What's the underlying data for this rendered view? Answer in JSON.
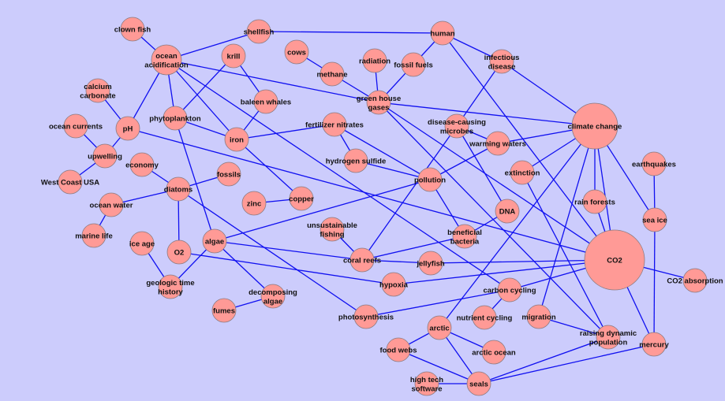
{
  "diagram": {
    "type": "concept-map",
    "colors": {
      "background": "#ccccfc",
      "edge": "#1010f0",
      "node": "#ff9a96"
    },
    "nodes": [
      {
        "id": "clownfish",
        "label": [
          "clown fish"
        ]
      },
      {
        "id": "oa",
        "label": [
          "ocean",
          "acidification"
        ]
      },
      {
        "id": "shellfish",
        "label": [
          "shellfish"
        ]
      },
      {
        "id": "krill",
        "label": [
          "krill"
        ]
      },
      {
        "id": "cows",
        "label": [
          "cows"
        ]
      },
      {
        "id": "methane",
        "label": [
          "methane"
        ]
      },
      {
        "id": "radiation",
        "label": [
          "radiation"
        ]
      },
      {
        "id": "fossilfuels",
        "label": [
          "fossil fuels"
        ]
      },
      {
        "id": "human",
        "label": [
          "human"
        ]
      },
      {
        "id": "infectious",
        "label": [
          "infectious",
          "disease"
        ]
      },
      {
        "id": "ghg",
        "label": [
          "green house",
          "gases"
        ]
      },
      {
        "id": "calcium",
        "label": [
          "calcium",
          "carbonate"
        ]
      },
      {
        "id": "baleen",
        "label": [
          "baleen whales"
        ]
      },
      {
        "id": "ph",
        "label": [
          "pH"
        ]
      },
      {
        "id": "phyto",
        "label": [
          "phytoplankton"
        ]
      },
      {
        "id": "currents",
        "label": [
          "ocean currents"
        ]
      },
      {
        "id": "iron",
        "label": [
          "iron"
        ]
      },
      {
        "id": "fertilizer",
        "label": [
          "fertilizer nitrates"
        ]
      },
      {
        "id": "microbes",
        "label": [
          "disease-causing",
          "microbes"
        ]
      },
      {
        "id": "climate",
        "label": [
          "climate change"
        ]
      },
      {
        "id": "warming",
        "label": [
          "warming waters"
        ]
      },
      {
        "id": "upwelling",
        "label": [
          "upwelling"
        ]
      },
      {
        "id": "economy",
        "label": [
          "economy"
        ]
      },
      {
        "id": "h2s",
        "label": [
          "hydrogen sulfide"
        ]
      },
      {
        "id": "fossils",
        "label": [
          "fossils"
        ]
      },
      {
        "id": "diatoms",
        "label": [
          "diatoms"
        ]
      },
      {
        "id": "westcoast",
        "label": [
          "West Coast USA"
        ]
      },
      {
        "id": "pollution",
        "label": [
          "pollution"
        ]
      },
      {
        "id": "extinction",
        "label": [
          "extinction"
        ]
      },
      {
        "id": "earthquakes",
        "label": [
          "earthquakes"
        ]
      },
      {
        "id": "oceanwater",
        "label": [
          "ocean water"
        ]
      },
      {
        "id": "zinc",
        "label": [
          "zinc"
        ]
      },
      {
        "id": "copper",
        "label": [
          "copper"
        ]
      },
      {
        "id": "rainforests",
        "label": [
          "rain forests"
        ]
      },
      {
        "id": "dna",
        "label": [
          "DNA"
        ]
      },
      {
        "id": "seaice",
        "label": [
          "sea ice"
        ]
      },
      {
        "id": "marinelife",
        "label": [
          "marine life"
        ]
      },
      {
        "id": "iceage",
        "label": [
          "ice age"
        ]
      },
      {
        "id": "algae",
        "label": [
          "algae"
        ]
      },
      {
        "id": "o2",
        "label": [
          "O2"
        ]
      },
      {
        "id": "unsustainable",
        "label": [
          "unsustainable",
          "fishing"
        ]
      },
      {
        "id": "bacteria",
        "label": [
          "beneficial",
          "bacteria"
        ]
      },
      {
        "id": "coral",
        "label": [
          "coral reefs"
        ]
      },
      {
        "id": "jellyfish",
        "label": [
          "jellyfish"
        ]
      },
      {
        "id": "co2",
        "label": [
          "CO2"
        ]
      },
      {
        "id": "hypoxia",
        "label": [
          "hypoxia"
        ]
      },
      {
        "id": "co2abs",
        "label": [
          "CO2 absorption"
        ]
      },
      {
        "id": "geologic",
        "label": [
          "geologic time",
          "history"
        ]
      },
      {
        "id": "decomposing",
        "label": [
          "decomposing",
          "algae"
        ]
      },
      {
        "id": "fumes",
        "label": [
          "fumes"
        ]
      },
      {
        "id": "carboncycling",
        "label": [
          "carbon cycling"
        ]
      },
      {
        "id": "photosynthesis",
        "label": [
          "photosynthesis"
        ]
      },
      {
        "id": "nutrient",
        "label": [
          "nutrient cycling"
        ]
      },
      {
        "id": "migration",
        "label": [
          "migration"
        ]
      },
      {
        "id": "arctic",
        "label": [
          "arctic"
        ]
      },
      {
        "id": "raising",
        "label": [
          "raising dynamic",
          "population"
        ]
      },
      {
        "id": "mercury",
        "label": [
          "mercury"
        ]
      },
      {
        "id": "foodwebs",
        "label": [
          "food webs"
        ]
      },
      {
        "id": "arcticocean",
        "label": [
          "arctic ocean"
        ]
      },
      {
        "id": "hightech",
        "label": [
          "high tech",
          "software"
        ]
      },
      {
        "id": "seals",
        "label": [
          "seals"
        ]
      }
    ],
    "edges": [
      [
        "clownfish",
        "oa"
      ],
      [
        "oa",
        "shellfish"
      ],
      [
        "oa",
        "ghg"
      ],
      [
        "oa",
        "ph"
      ],
      [
        "oa",
        "phyto"
      ],
      [
        "oa",
        "iron"
      ],
      [
        "oa",
        "carboncycling"
      ],
      [
        "shellfish",
        "human"
      ],
      [
        "krill",
        "phyto"
      ],
      [
        "krill",
        "baleen"
      ],
      [
        "baleen",
        "iron"
      ],
      [
        "cows",
        "methane"
      ],
      [
        "methane",
        "ghg"
      ],
      [
        "radiation",
        "ghg"
      ],
      [
        "fossilfuels",
        "ghg"
      ],
      [
        "fossilfuels",
        "human"
      ],
      [
        "human",
        "infectious"
      ],
      [
        "human",
        "co2"
      ],
      [
        "infectious",
        "climate"
      ],
      [
        "infectious",
        "microbes"
      ],
      [
        "ghg",
        "climate"
      ],
      [
        "ghg",
        "raising"
      ],
      [
        "ghg",
        "co2"
      ],
      [
        "calcium",
        "ph"
      ],
      [
        "ph",
        "upwelling"
      ],
      [
        "ph",
        "co2"
      ],
      [
        "phyto",
        "iron"
      ],
      [
        "phyto",
        "algae"
      ],
      [
        "currents",
        "upwelling"
      ],
      [
        "upwelling",
        "westcoast"
      ],
      [
        "iron",
        "fertilizer"
      ],
      [
        "iron",
        "copper"
      ],
      [
        "fertilizer",
        "h2s"
      ],
      [
        "fertilizer",
        "pollution"
      ],
      [
        "h2s",
        "pollution"
      ],
      [
        "microbes",
        "warming"
      ],
      [
        "microbes",
        "coral"
      ],
      [
        "microbes",
        "dna"
      ],
      [
        "warming",
        "climate"
      ],
      [
        "warming",
        "pollution"
      ],
      [
        "climate",
        "extinction"
      ],
      [
        "climate",
        "rainforests"
      ],
      [
        "climate",
        "co2"
      ],
      [
        "climate",
        "seaice"
      ],
      [
        "climate",
        "arctic"
      ],
      [
        "climate",
        "migration"
      ],
      [
        "extinction",
        "raising"
      ],
      [
        "earthquakes",
        "seaice"
      ],
      [
        "seaice",
        "mercury"
      ],
      [
        "rainforests",
        "co2"
      ],
      [
        "co2",
        "co2abs"
      ],
      [
        "co2",
        "mercury"
      ],
      [
        "co2",
        "carboncycling"
      ],
      [
        "co2",
        "hypoxia"
      ],
      [
        "co2",
        "jellyfish"
      ],
      [
        "coral",
        "jellyfish"
      ],
      [
        "economy",
        "diatoms"
      ],
      [
        "diatoms",
        "fossils"
      ],
      [
        "diatoms",
        "oceanwater"
      ],
      [
        "diatoms",
        "o2"
      ],
      [
        "diatoms",
        "photosynthesis"
      ],
      [
        "oceanwater",
        "marinelife"
      ],
      [
        "iceage",
        "geologic"
      ],
      [
        "algae",
        "geologic"
      ],
      [
        "algae",
        "decomposing"
      ],
      [
        "decomposing",
        "fumes"
      ],
      [
        "zinc",
        "copper"
      ],
      [
        "algae",
        "pollution"
      ],
      [
        "algae",
        "coral"
      ],
      [
        "o2",
        "hypoxia"
      ],
      [
        "unsustainable",
        "coral"
      ],
      [
        "coral",
        "bacteria"
      ],
      [
        "bacteria",
        "dna"
      ],
      [
        "pollution",
        "bacteria"
      ],
      [
        "photosynthesis",
        "carboncycling"
      ],
      [
        "carboncycling",
        "nutrient"
      ],
      [
        "migration",
        "raising"
      ],
      [
        "raising",
        "seals"
      ],
      [
        "mercury",
        "seals"
      ],
      [
        "arctic",
        "foodwebs"
      ],
      [
        "arctic",
        "arcticocean"
      ],
      [
        "arctic",
        "seals"
      ],
      [
        "foodwebs",
        "seals"
      ],
      [
        "hightech",
        "seals"
      ]
    ]
  }
}
